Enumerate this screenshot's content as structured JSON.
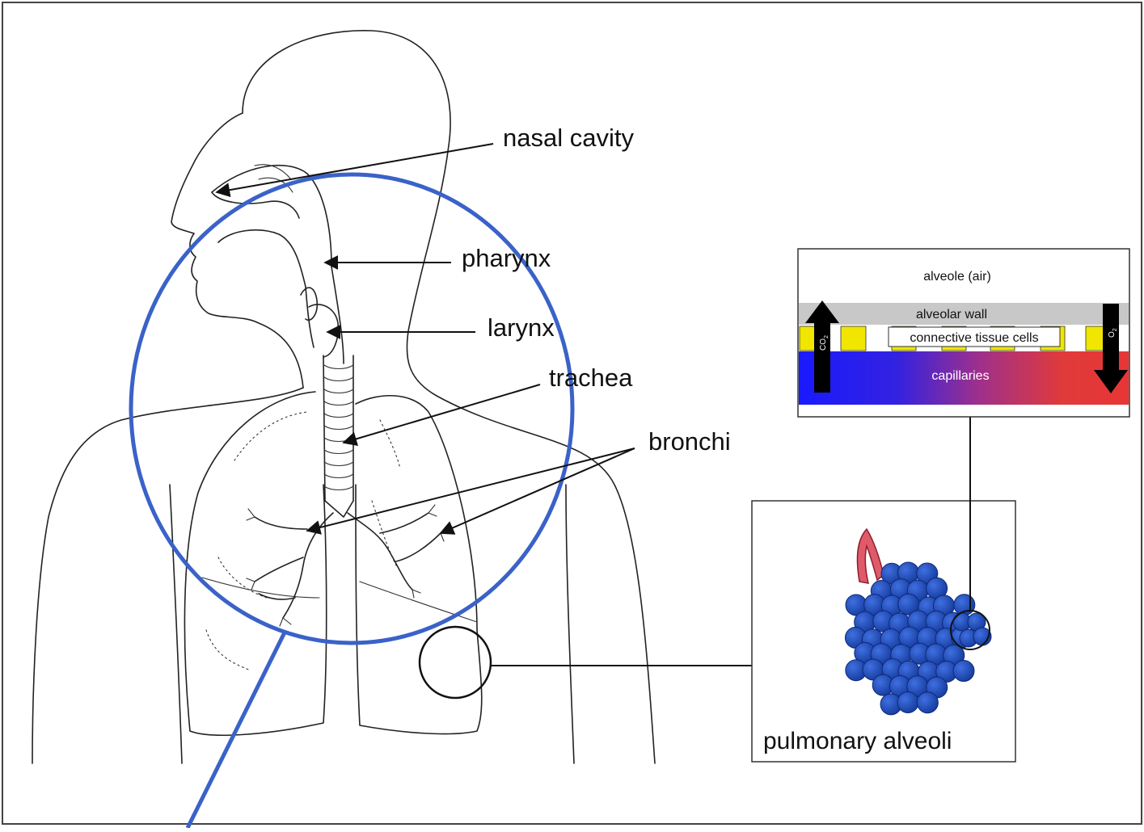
{
  "labels": {
    "nasal_cavity": "nasal cavity",
    "pharynx": "pharynx",
    "larynx": "larynx",
    "trachea": "trachea",
    "bronchi": "bronchi",
    "pulmonary_alveoli": "pulmonary alveoli"
  },
  "inset": {
    "alveole": "alveole (air)",
    "alveolar_wall": "alveolar wall",
    "connective_tissue": "connective tissue cells",
    "capillaries": "capillaries",
    "co2": "CO",
    "co2_sub": "2",
    "o2": "O",
    "o2_sub": "2"
  },
  "colors": {
    "highlight_ring": "#3a62c8",
    "capillary_blue": "#1a1aff",
    "capillary_red": "#e83535",
    "wall_gray": "#c8c8c8",
    "cell_yellow": "#f0e600",
    "alveoli_blue": "#1f4fc0"
  }
}
